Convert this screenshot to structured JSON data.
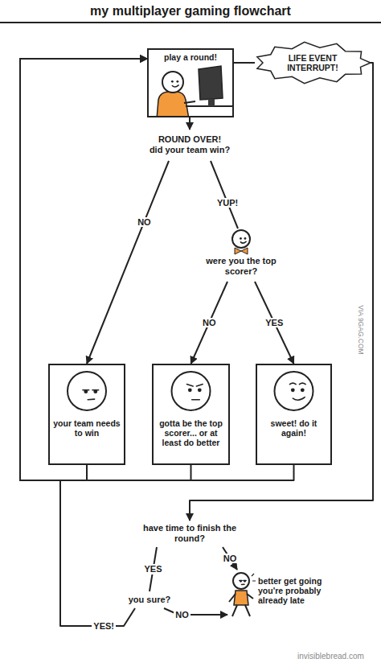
{
  "diagram": {
    "title": "my multiplayer gaming flowchart",
    "nodes": [
      {
        "text": [
          "play a round!"
        ]
      },
      {
        "text": [
          "LIFE EVENT INTERRUPT!"
        ]
      },
      {
        "text": [
          "ROUND OVER!",
          "did your team win?"
        ]
      },
      {
        "text": [
          "were you the top scorer?"
        ]
      },
      {
        "text": [
          "your team needs to win"
        ]
      },
      {
        "text": [
          "gotta be the top scorer... or at least do better"
        ]
      },
      {
        "text": [
          "sweet! do it again!"
        ]
      },
      {
        "text": [
          "have time to finish the round?"
        ]
      },
      {
        "text": [
          "you sure?"
        ]
      },
      {
        "text": [
          "better get going you're probably already late"
        ]
      }
    ],
    "edges": [
      {
        "from": 0,
        "to": 2,
        "arrow": "to"
      },
      {
        "from": 0,
        "to": 1,
        "arrow": "none"
      },
      {
        "from": 1,
        "to": 7,
        "arrow": "to"
      },
      {
        "from": 2,
        "to": 4,
        "label": "NO",
        "arrow": "to"
      },
      {
        "from": 2,
        "to": 3,
        "label": "YUP!",
        "arrow": "none"
      },
      {
        "from": 3,
        "to": 5,
        "label": "NO",
        "arrow": "to"
      },
      {
        "from": 3,
        "to": 6,
        "label": "YES",
        "arrow": "to"
      },
      {
        "from": 4,
        "to": 0,
        "arrow": "to"
      },
      {
        "from": 5,
        "to": 0,
        "arrow": "to"
      },
      {
        "from": 6,
        "to": 0,
        "arrow": "to"
      },
      {
        "from": 7,
        "to": 8,
        "label": "YES",
        "arrow": "none"
      },
      {
        "from": 7,
        "to": 9,
        "label": "NO",
        "arrow": "to"
      },
      {
        "from": 8,
        "to": 0,
        "label": "YES!",
        "arrow": "to"
      },
      {
        "from": 8,
        "to": 9,
        "label": "NO",
        "arrow": "to"
      }
    ],
    "labels": [
      "VIA 9GAG.COM",
      "invisiblebread.com"
    ]
  }
}
